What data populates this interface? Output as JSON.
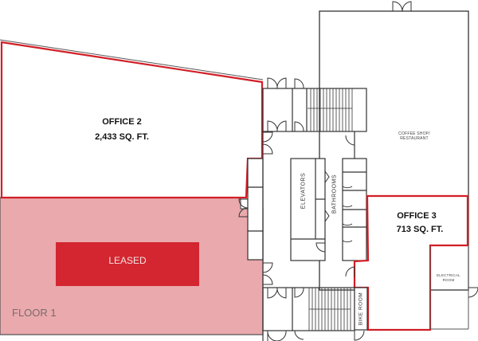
{
  "colors": {
    "leased_fill": "#eaa9ad",
    "leased_badge": "#d32630",
    "outline_red": "#d21e26",
    "wall": "#333333"
  },
  "floor": {
    "label": "FLOOR 1"
  },
  "leased": {
    "label": "LEASED"
  },
  "offices": [
    {
      "name": "OFFICE 2",
      "area": "2,433 SQ. FT.",
      "status": "available"
    },
    {
      "name": "OFFICE 3",
      "area": "713 SQ. FT.",
      "status": "available"
    }
  ],
  "rooms": {
    "coffee_shop_line1": "COFFEE SHOP/",
    "coffee_shop_line2": "RESTAURANT",
    "electrical_line1": "ELECTRICAL",
    "electrical_line2": "ROOM",
    "elevators": "ELEVATORS",
    "bathrooms": "BATHROOMS",
    "bike_room": "BIKE ROOM"
  }
}
